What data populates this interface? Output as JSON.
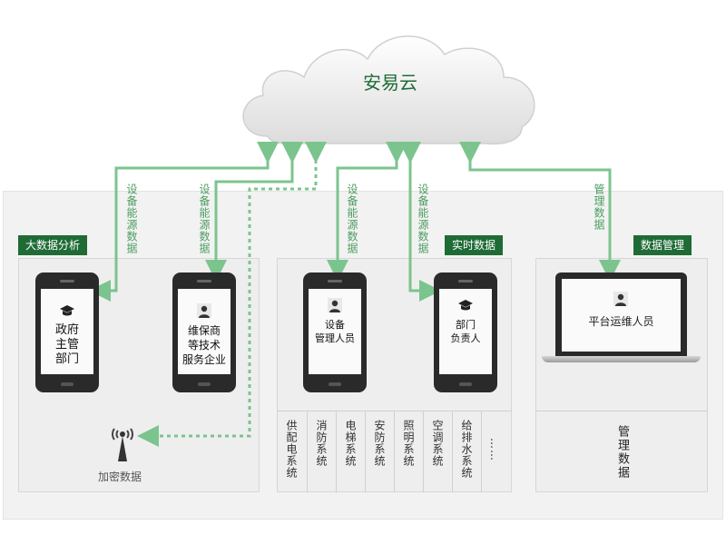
{
  "cloud": {
    "label": "安易云"
  },
  "arrow_labels": {
    "a1": "设备能源数据",
    "a2": "设备能源数据",
    "a3": "设备能源数据",
    "a4": "设备能源数据",
    "a5": "管理数据"
  },
  "panels": {
    "left": {
      "tag": "大数据分析",
      "phone1": "政府\n主管\n部门",
      "phone2": "维保商\n等技术\n服务企业",
      "encrypt_label": "加密数据"
    },
    "middle": {
      "tag": "实时数据",
      "phone1": "设备\n管理人员",
      "phone2": "部门\n负责人",
      "systems": [
        "供配电系统",
        "消防系统",
        "电梯系统",
        "安防系统",
        "照明系统",
        "空调系统",
        "给排水系统",
        "……"
      ]
    },
    "right": {
      "tag": "数据管理",
      "laptop": "平台运维人员",
      "bottom": "管理数据"
    }
  },
  "colors": {
    "accent": "#1f6b36",
    "arrow": "#7cc48e"
  },
  "icons": [
    "graduation-cap-icon",
    "person-icon",
    "antenna-icon"
  ]
}
